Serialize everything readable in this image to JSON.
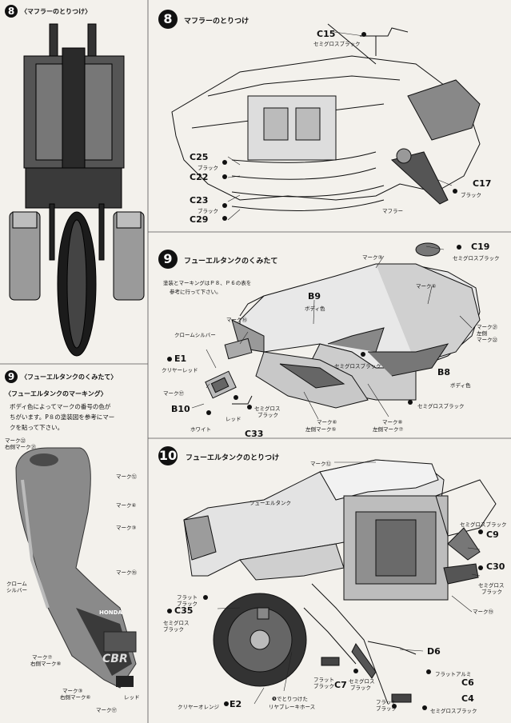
{
  "steps": {
    "s8": {
      "number": "8",
      "title": "マフラーのとりつけ"
    },
    "s9": {
      "number": "9",
      "title": "フューエルタンクのくみたて"
    },
    "s10": {
      "number": "10",
      "title": "フューエルタンクのとりつけ"
    }
  },
  "left_top": {
    "step": "8",
    "title": "〈マフラーのとりつけ〉"
  },
  "left_mid": {
    "step": "9",
    "title": "〈フューエルタンクのくみたて〉",
    "subtitle": "〈フューエルタンクのマーキング〉",
    "note_lines": [
      "ボディ色によってマークの番号の色が",
      "ちがいます。P８の塗装図を参考にマー",
      "クを貼って下さい。"
    ]
  },
  "left_bottom_labels": {
    "m22": "マーク㉒",
    "m21": "右側マーク㉑",
    "m12": "マーク⑫",
    "m4": "マーク④",
    "m3": "マーク③",
    "chrome": "クローム",
    "silver": "シルバー",
    "m16": "マーク⑯",
    "m7": "マーク⑦",
    "m8": "右側マーク⑧",
    "m3b": "マーク③",
    "m6": "右側マーク⑥",
    "m17": "マーク⑰",
    "red": "レッド",
    "honda": "HONDA",
    "cbr": "CBR"
  },
  "s8_parts": {
    "c15": "C15",
    "c15_color": "セミグロスブラック",
    "c25": "C25",
    "c25_color": "ブラック",
    "c22": "C22",
    "c23": "C23",
    "c23_color": "ブラック",
    "c29": "C29",
    "c17": "C17",
    "c17_color": "ブラック",
    "muffler": "マフラー"
  },
  "s9_parts": {
    "note_lines": [
      "塗装とマーキングはＰ８、Ｐ６の表を",
      "参考に行って下さい。"
    ],
    "c19": "C19",
    "c19_color": "セミグロスブラック",
    "m3": "マーク③",
    "m4": "マーク④",
    "b9": "B9",
    "body_color": "ボディ色",
    "m16": "マーク⑯",
    "m21": "マーク㉑",
    "left": "左側",
    "m22": "マーク㉒",
    "chrome_silver": "クロームシルバー",
    "e1": "E1",
    "clear_red": "クリヤーレッド",
    "semi_black": "セミグロスブラック",
    "b8": "B8",
    "body_color2": "ボディ色",
    "m17": "マーク⑰",
    "b10": "B10",
    "white": "ホワイト",
    "red": "レッド",
    "semi": "セミグロス",
    "black": "ブラック",
    "m6": "マーク⑥",
    "m5": "左側マーク⑤",
    "m8": "マーク⑧",
    "m7": "左側マーク⑦",
    "semi_black2": "セミグロスブラック",
    "c33": "C33"
  },
  "s10_parts": {
    "m12": "マーク⑫",
    "fuel_tank": "フューエルタンク",
    "semi_black": "セミグロスブラック",
    "c9": "C9",
    "c30": "C30",
    "c30_color1": "セミグロス",
    "c30_color2": "ブラック",
    "m19": "マーク⑲",
    "flat": "フラット",
    "black": "ブラック",
    "c35": "C35",
    "semi": "セミグロス",
    "black2": "ブラック",
    "e2": "E2",
    "clear_orange": "クリヤーオレンジ",
    "brake_hose1": "❺でとりつけた",
    "brake_hose2": "リヤブレーキホース",
    "d6": "D6",
    "flat_alumi": "フラットアルミ",
    "c6": "C6",
    "flat_b1": "フラット",
    "flat_b2": "ブラック",
    "c7": "C7",
    "semi_b1": "セミグロス",
    "semi_b2": "ブラック",
    "flat_c1": "フラット",
    "flat_c2": "ブラック",
    "c4": "C4",
    "c4_color": "セミグロスブラック"
  }
}
